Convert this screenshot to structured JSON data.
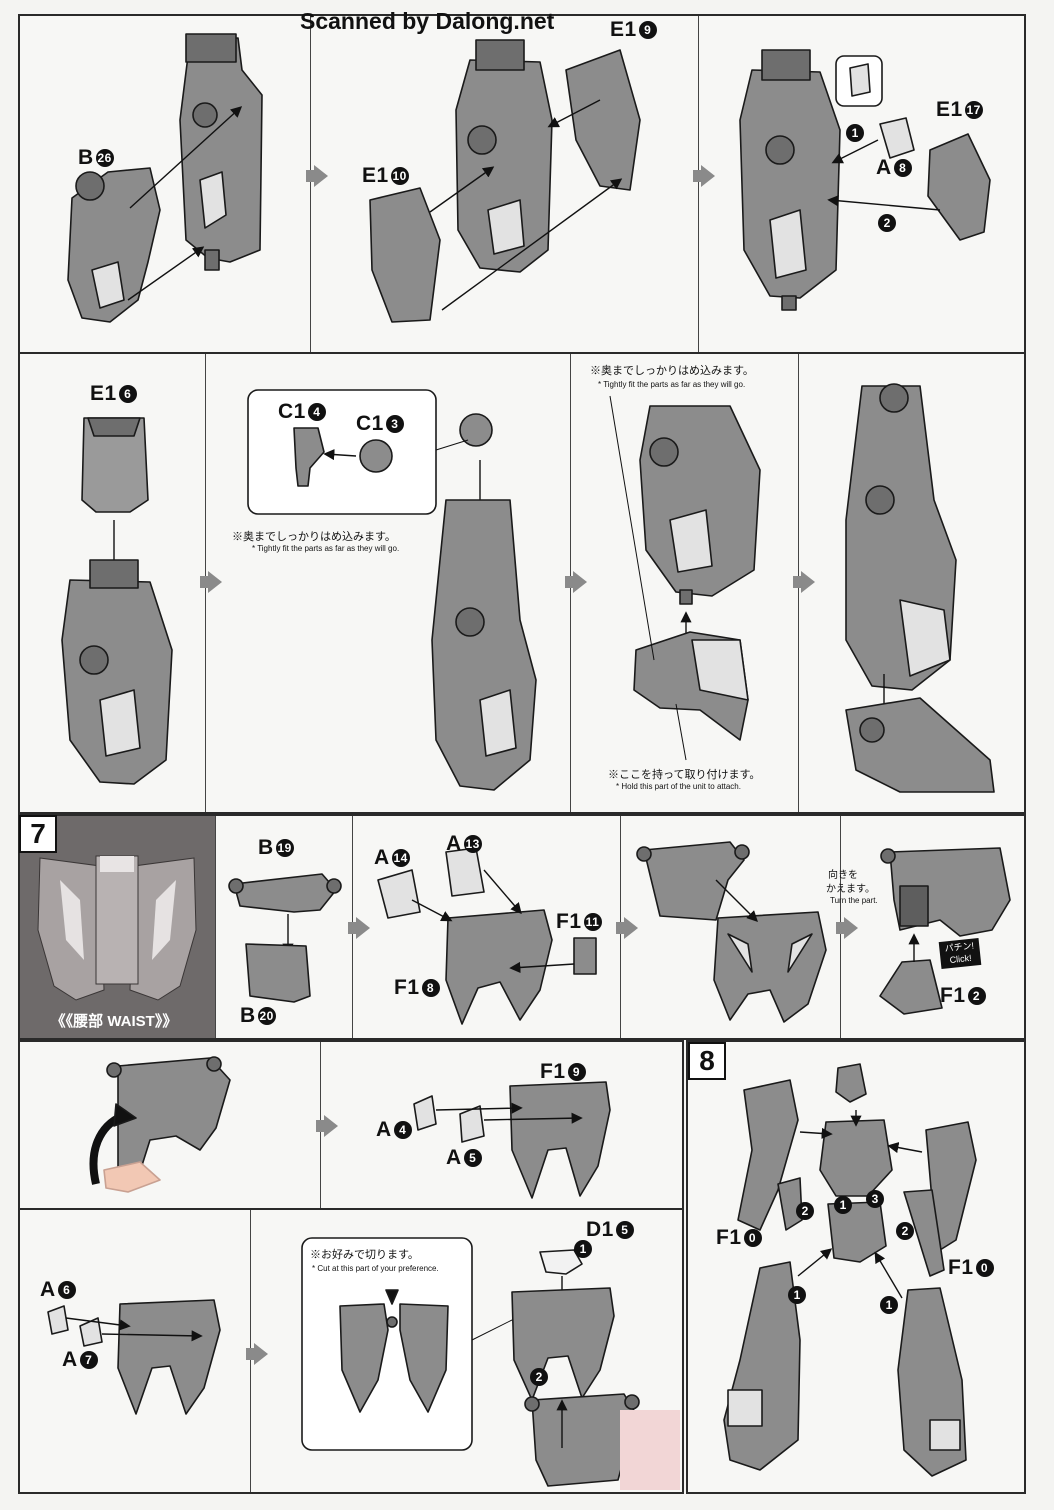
{
  "header": {
    "scan_credit": "Scanned by Dalong.net"
  },
  "row1": {
    "p1": {
      "label_part": "B",
      "label_num": "26"
    },
    "p2": {
      "label_top_part": "E1",
      "label_top_num": "9",
      "label_left_part": "E1",
      "label_left_num": "10"
    },
    "p3": {
      "label_a_part": "A",
      "label_a_num": "8",
      "label_e_part": "E1",
      "label_e_num": "17",
      "step1": "1",
      "step2": "2"
    }
  },
  "row2": {
    "p1": {
      "label_part": "E1",
      "label_num": "6"
    },
    "p2": {
      "c14_part": "C1",
      "c14_num": "4",
      "c13_part": "C1",
      "c13_num": "3",
      "note_jp": "※奥までしっかりはめ込みます。",
      "note_en": "* Tightly fit the parts as far as they will go."
    },
    "p3": {
      "top_note_jp": "※奥までしっかりはめ込みます。",
      "top_note_en": "* Tightly fit the parts as far as they will go.",
      "bottom_note_jp": "※ここを持って取り付けます。",
      "bottom_note_en": "* Hold this part of the unit to attach."
    }
  },
  "step7": {
    "number": "7",
    "banner": "《《腰部 WAIST》》",
    "p2": {
      "b19_part": "B",
      "b19_num": "19",
      "b20_part": "B",
      "b20_num": "20"
    },
    "p3": {
      "a14_part": "A",
      "a14_num": "14",
      "a13_part": "A",
      "a13_num": "13",
      "f11_part": "F1",
      "f11_num": "11",
      "f18_part": "F1",
      "f18_num": "8"
    },
    "p5": {
      "turn_jp_line1": "向きを",
      "turn_jp_line2": "かえます。",
      "turn_en": "Turn the part.",
      "click_jp": "パチン!",
      "click_en": "Click!",
      "f12_part": "F1",
      "f12_num": "2"
    }
  },
  "row4": {
    "p2": {
      "a4_part": "A",
      "a4_num": "4",
      "a5_part": "A",
      "a5_num": "5",
      "f19_part": "F1",
      "f19_num": "9"
    }
  },
  "row5": {
    "p1": {
      "a6_part": "A",
      "a6_num": "6",
      "a7_part": "A",
      "a7_num": "7"
    },
    "p2": {
      "note_jp": "※お好みで切ります。",
      "note_en": "* Cut at this part of your preference."
    },
    "p3": {
      "d15_part": "D1",
      "d15_num": "5",
      "step1": "1",
      "step2": "2"
    }
  },
  "step8": {
    "number": "8",
    "f10_left_part": "F1",
    "f10_left_num": "0",
    "f10_right_part": "F1",
    "f10_right_num": "0",
    "steps": [
      "1",
      "2",
      "3",
      "2",
      "1",
      "1"
    ]
  },
  "colors": {
    "ink": "#111111",
    "part_fill": "#8c8c8c",
    "part_dark": "#5e5e5e",
    "part_light": "#e2e2e2",
    "arrow": "#8a8a8a",
    "photo_bg": "#6e6a6a"
  }
}
